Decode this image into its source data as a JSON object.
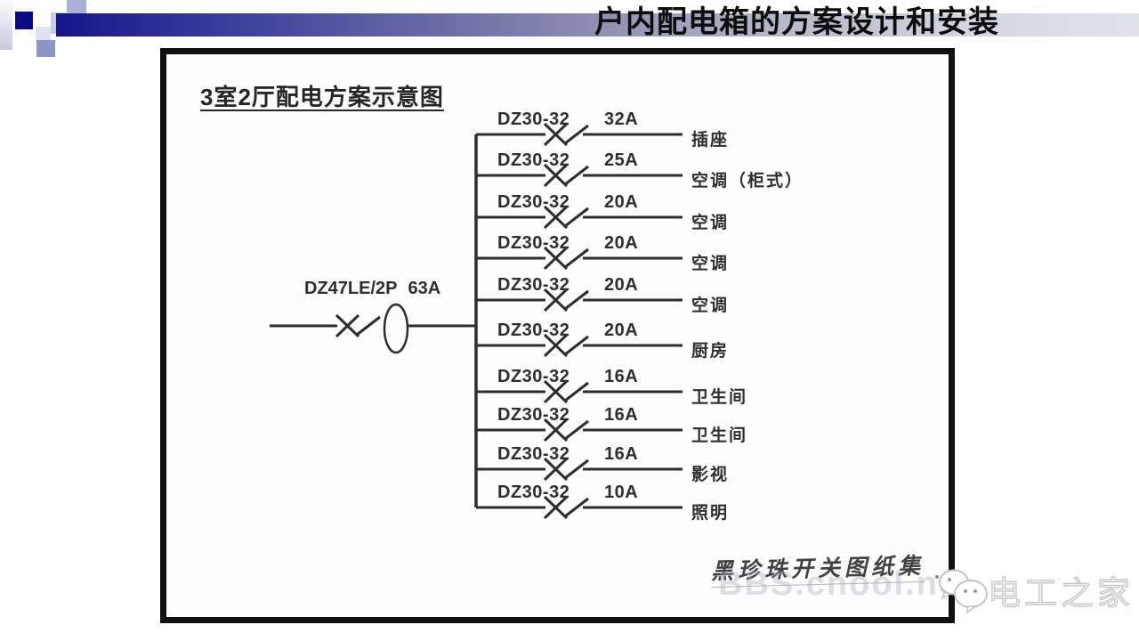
{
  "banner": {
    "title": "户内配电箱的方案设计和安装"
  },
  "diagram": {
    "title": "3室2厅配电方案示意图",
    "main_breaker": {
      "model": "DZ47LE/2P",
      "rating": "63A"
    },
    "branches": [
      {
        "model": "DZ30-32",
        "rating": "32A",
        "load": "插座"
      },
      {
        "model": "DZ30-32",
        "rating": "25A",
        "load": "空调（柜式）"
      },
      {
        "model": "DZ30-32",
        "rating": "20A",
        "load": "空调"
      },
      {
        "model": "DZ30-32",
        "rating": "20A",
        "load": "空调"
      },
      {
        "model": "DZ30-32",
        "rating": "20A",
        "load": "空调"
      },
      {
        "model": "DZ30-32",
        "rating": "20A",
        "load": "厨房"
      },
      {
        "model": "DZ30-32",
        "rating": "16A",
        "load": "卫生间"
      },
      {
        "model": "DZ30-32",
        "rating": "16A",
        "load": "卫生间"
      },
      {
        "model": "DZ30-32",
        "rating": "16A",
        "load": "影视"
      },
      {
        "model": "DZ30-32",
        "rating": "10A",
        "load": "照明"
      }
    ],
    "signature": "黑珍珠开关图纸集",
    "forum_watermark": "BBS.cnool.net"
  },
  "footer": {
    "site_name": "电工之家"
  },
  "colors": {
    "banner_navy": "#15158a",
    "banner_light": "#e0e1e9",
    "circuit_line": "#2d2d2d",
    "box_border": "#101010"
  }
}
